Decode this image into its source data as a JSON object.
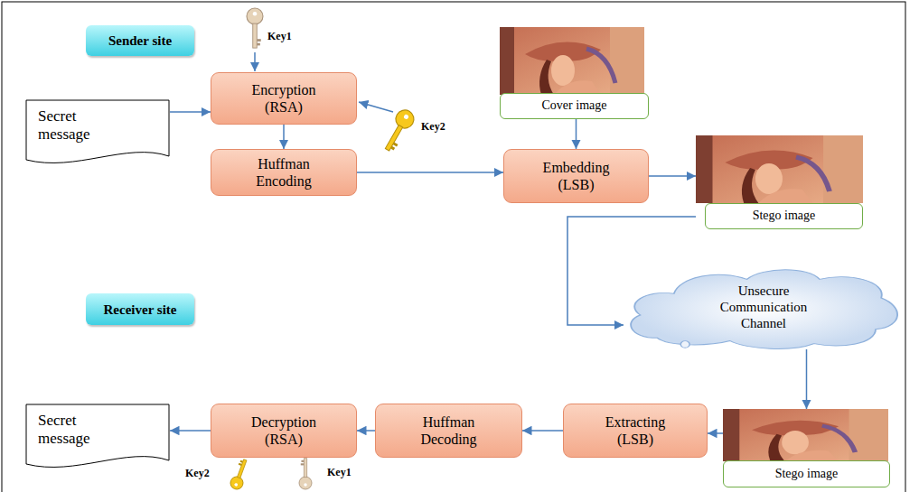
{
  "diagram": {
    "nodes": [
      {
        "text": [
          "Sender site"
        ]
      },
      {
        "text": [
          "Secret message"
        ]
      },
      {
        "text": [
          "Encryption (RSA)"
        ]
      },
      {
        "text": [
          "Huffman Encoding"
        ]
      },
      {
        "text": [
          "Cover image"
        ]
      },
      {
        "text": [
          "Embedding (LSB)"
        ]
      },
      {
        "text": [
          "Stego image"
        ]
      },
      {
        "text": [
          "Unsecure Communication Channel"
        ]
      },
      {
        "text": [
          "Receiver site"
        ]
      },
      {
        "text": [
          "Secret message"
        ]
      },
      {
        "text": [
          "Decryption (RSA)"
        ]
      },
      {
        "text": [
          "Huffman Decoding"
        ]
      },
      {
        "text": [
          "Extracting (LSB)"
        ]
      },
      {
        "text": [
          "Stego image"
        ]
      }
    ],
    "edges": [
      {
        "from": 1,
        "to": 2,
        "arrow": "to"
      },
      {
        "from": 2,
        "to": 3,
        "arrow": "to"
      },
      {
        "from": 3,
        "to": 5,
        "arrow": "to"
      },
      {
        "from": 4,
        "to": 5,
        "arrow": "to"
      },
      {
        "from": 5,
        "to": 6,
        "arrow": "to"
      },
      {
        "from": 6,
        "to": 7,
        "arrow": "to"
      },
      {
        "from": 7,
        "to": 13,
        "arrow": "to"
      },
      {
        "from": 13,
        "to": 12,
        "arrow": "to"
      },
      {
        "from": 12,
        "to": 11,
        "arrow": "to"
      },
      {
        "from": 11,
        "to": 10,
        "arrow": "to"
      },
      {
        "from": 10,
        "to": 9,
        "arrow": "to"
      }
    ],
    "labels": [
      "Key1",
      "Key2",
      "Key2",
      "Key1"
    ]
  }
}
